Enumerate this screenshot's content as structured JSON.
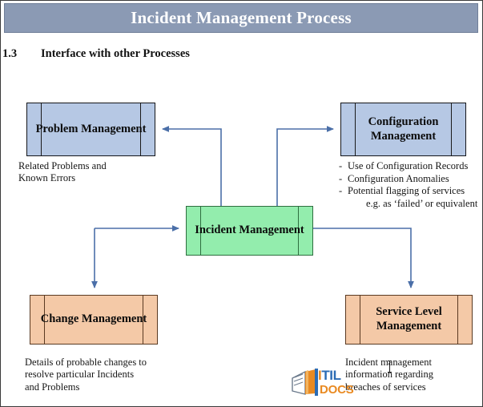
{
  "header": {
    "title": "Incident Management Process",
    "bar_color": "#8b9ab4"
  },
  "section": {
    "number": "1.3",
    "title": "Interface with other Processes"
  },
  "diagram": {
    "boxes": [
      {
        "id": "problem",
        "label": "Problem\nManagement",
        "color": "#b6c8e4"
      },
      {
        "id": "configuration",
        "label": "Configuration\nManagement",
        "color": "#b6c8e4"
      },
      {
        "id": "incident",
        "label": "Incident\nManagement",
        "color": "#93edad"
      },
      {
        "id": "change",
        "label": "Change\nManagement",
        "color": "#f4c9a7"
      },
      {
        "id": "servicelevel",
        "label": "Service Level\nManagement",
        "color": "#f4c9a7"
      }
    ],
    "captions": {
      "problem": "Related Problems and\nKnown Errors",
      "configuration": {
        "bullet1": "Use of Configuration Records",
        "bullet2": "Configuration Anomalies",
        "bullet3": "Potential flagging of services",
        "bullet3_cont": "e.g. as ‘failed’ or equivalent",
        "dash": "-"
      },
      "change": "Details of probable changes to\nresolve particular Incidents\nand Problems",
      "servicelevel": "Incident management\ninformation regarding\nbreaches of services"
    },
    "connector_color": "#4b6fa8",
    "arrows": [
      {
        "from": "incident",
        "to": "problem",
        "direction": "left"
      },
      {
        "from": "incident",
        "to": "configuration",
        "direction": "right"
      },
      {
        "from": "external",
        "to": "incident",
        "direction": "right"
      },
      {
        "from": "incident",
        "to": "change",
        "direction": "down"
      },
      {
        "from": "incident",
        "to": "servicelevel",
        "direction": "down"
      }
    ]
  },
  "logo": {
    "name": "itil-docs-logo",
    "text_itil_first": "I",
    "text_itil_rest": "TIL",
    "text_docs": "DOCS"
  }
}
